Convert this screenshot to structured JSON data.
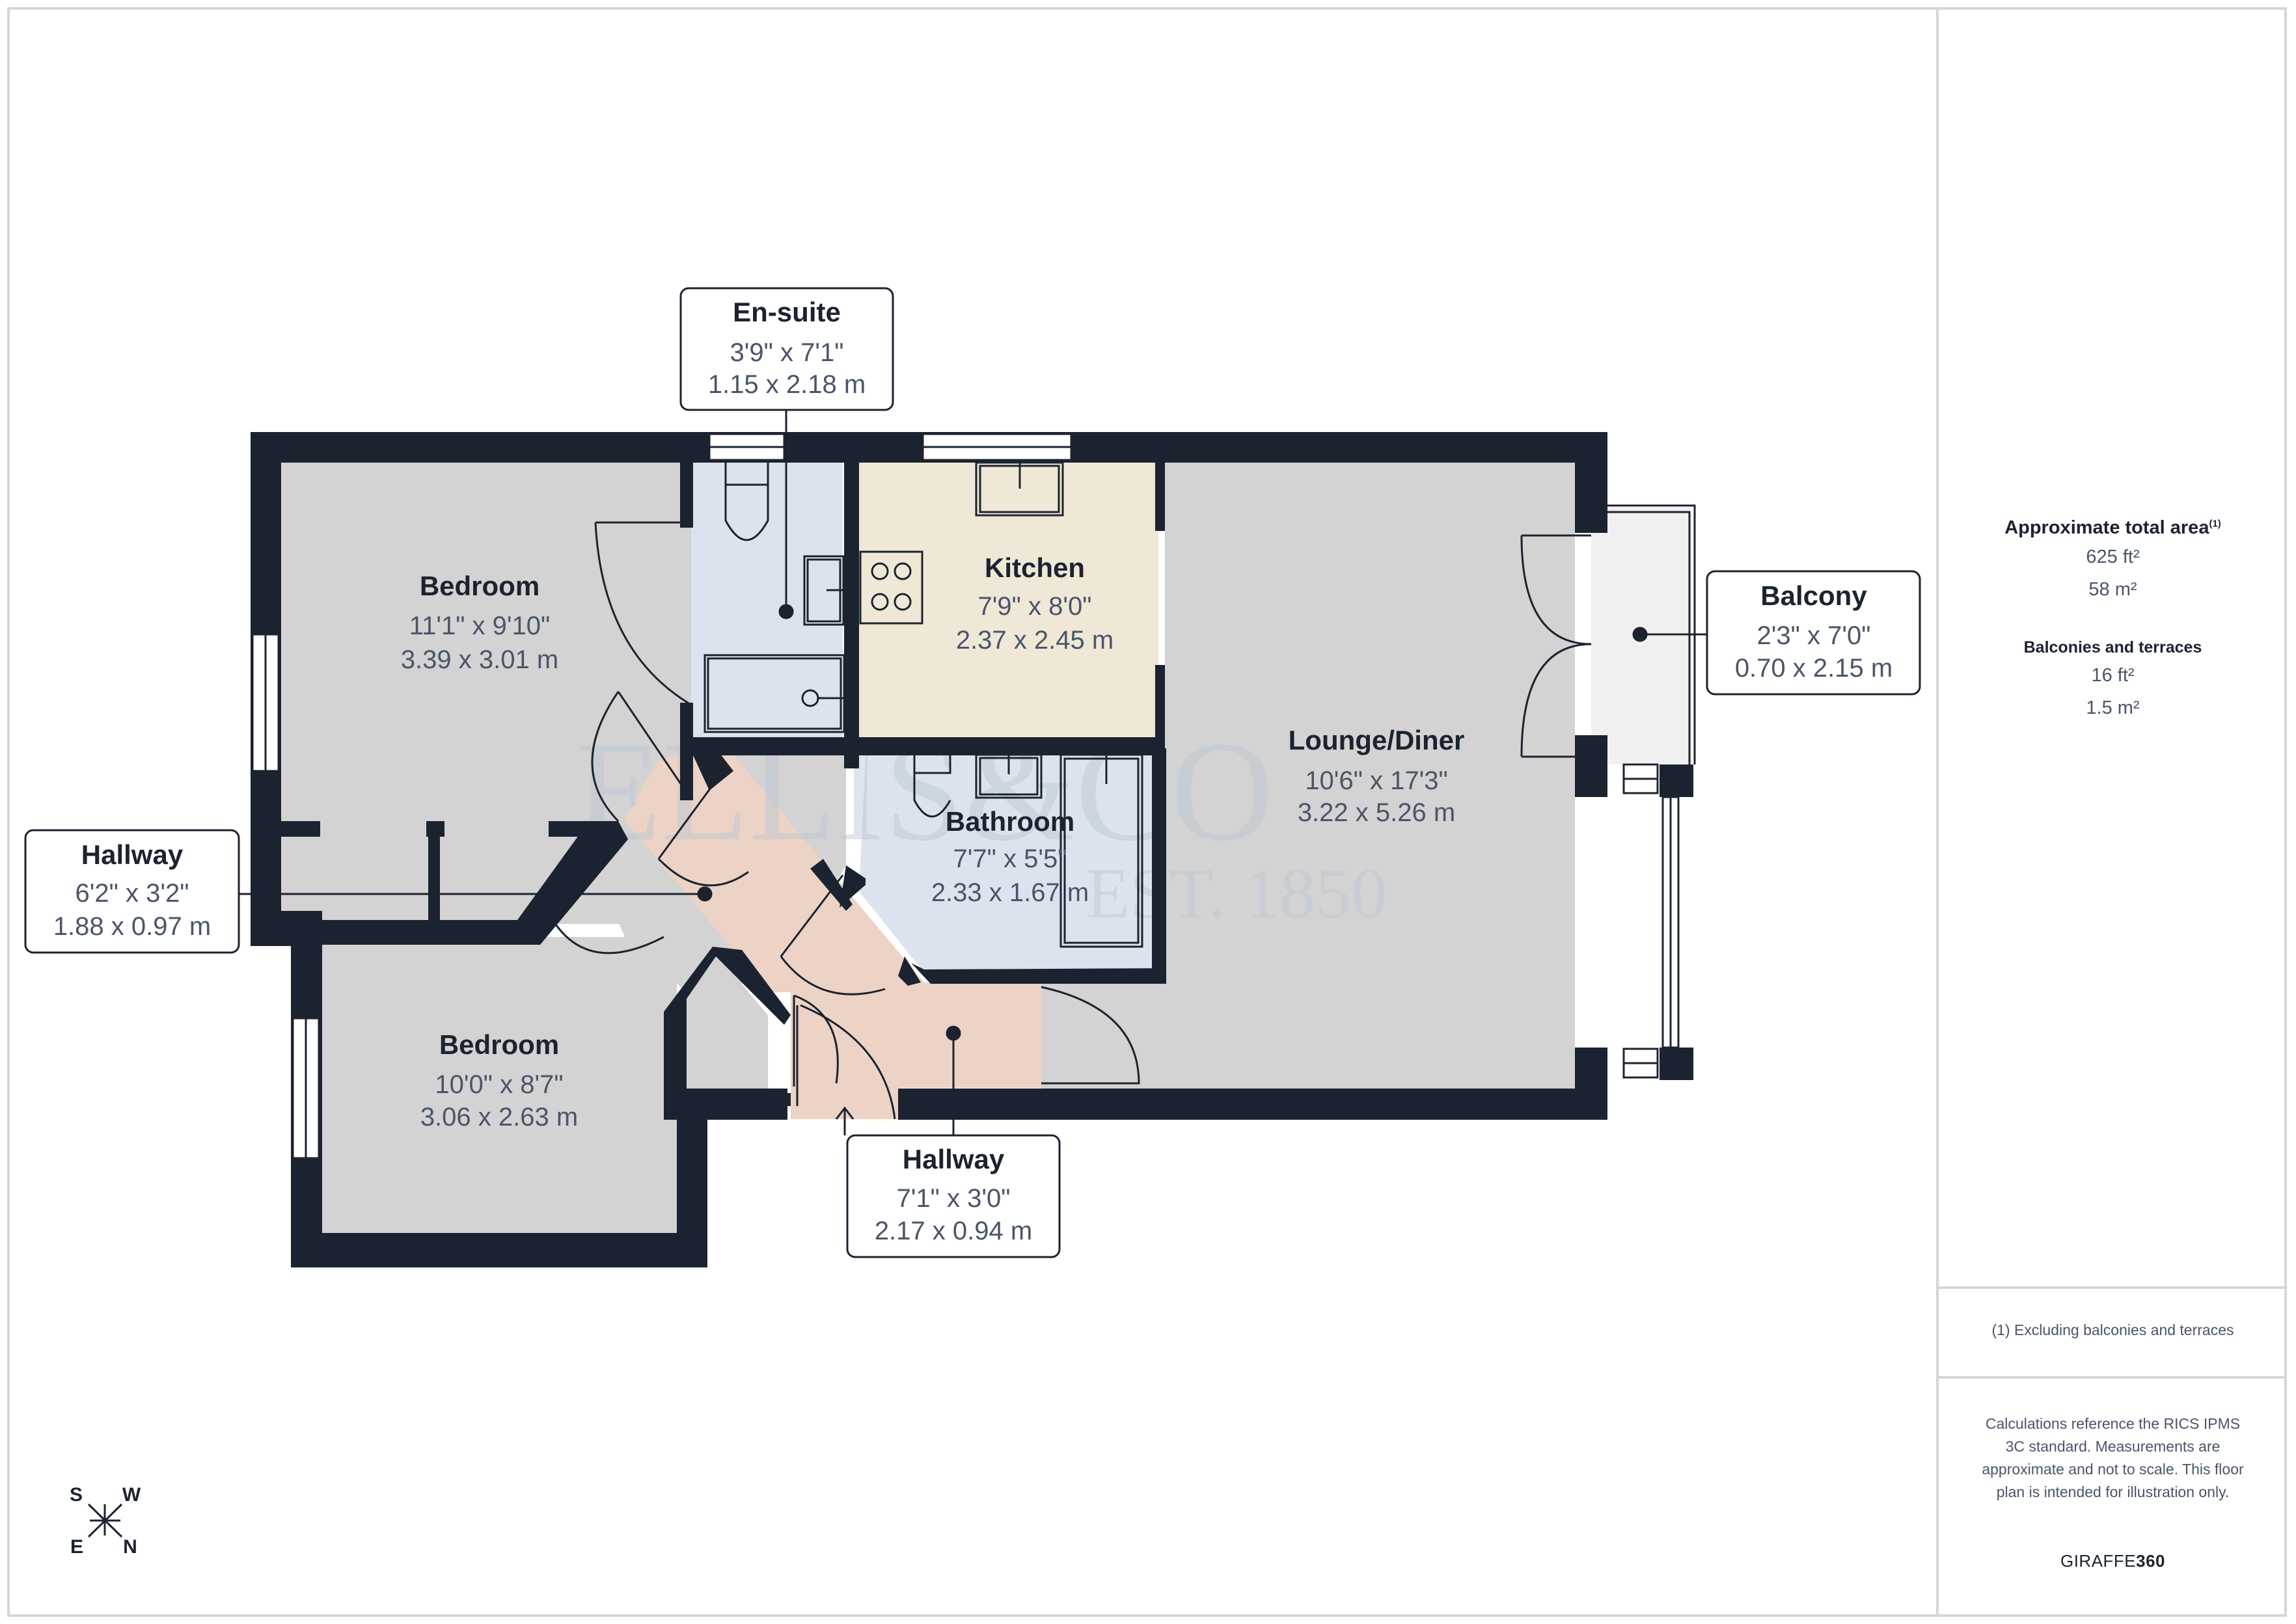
{
  "floorplan": {
    "watermark": {
      "brand": "ELLIS&CO",
      "established": "EST. 1850"
    },
    "rooms": [
      {
        "id": "bedroom-1",
        "name": "Bedroom",
        "imperial": "11'1\" x 9'10\"",
        "metric": "3.39 x 3.01 m",
        "fill": "#d3d3d3"
      },
      {
        "id": "en-suite",
        "name": "En-suite",
        "imperial": "3'9\" x 7'1\"",
        "metric": "1.15 x 2.18 m",
        "fill": "#dde3ee"
      },
      {
        "id": "kitchen",
        "name": "Kitchen",
        "imperial": "7'9\" x 8'0\"",
        "metric": "2.37 x 2.45 m",
        "fill": "#efe8d6"
      },
      {
        "id": "lounge-diner",
        "name": "Lounge/Diner",
        "imperial": "10'6\" x 17'3\"",
        "metric": "3.22 x 5.26 m",
        "fill": "#d3d3d3"
      },
      {
        "id": "balcony",
        "name": "Balcony",
        "imperial": "2'3\" x 7'0\"",
        "metric": "0.70 x 2.15 m",
        "fill": "#f0f0f0"
      },
      {
        "id": "bathroom",
        "name": "Bathroom",
        "imperial": "7'7\" x 5'5\"",
        "metric": "2.33 x 1.67 m",
        "fill": "#dde3ee"
      },
      {
        "id": "hallway-1",
        "name": "Hallway",
        "imperial": "6'2\" x 3'2\"",
        "metric": "1.88 x 0.97 m",
        "fill": "#d3d3d3"
      },
      {
        "id": "bedroom-2",
        "name": "Bedroom",
        "imperial": "10'0\" x 8'7\"",
        "metric": "3.06 x 2.63 m",
        "fill": "#d3d3d3"
      },
      {
        "id": "hallway-2",
        "name": "Hallway",
        "imperial": "7'1\" x 3'0\"",
        "metric": "2.17 x 0.94 m",
        "fill": "#ecd3c5"
      }
    ],
    "wall_color": "#1c2330",
    "compass": {
      "top_left": "S",
      "top_right": "W",
      "bottom_left": "E",
      "bottom_right": "N"
    }
  },
  "summary": {
    "total_title": "Approximate total area",
    "total_sup": "(1)",
    "total_ft": "625 ft²",
    "total_m": "58 m²",
    "balconies_title": "Balconies and terraces",
    "balconies_ft": "16 ft²",
    "balconies_m": "1.5 m²",
    "footnote": "(1) Excluding balconies and terraces",
    "disclaimer": "Calculations reference the RICS IPMS 3C standard. Measurements are approximate and not to scale. This floor plan is intended for illustration only.",
    "brand_light": "GIRAFFE",
    "brand_bold": "360"
  }
}
